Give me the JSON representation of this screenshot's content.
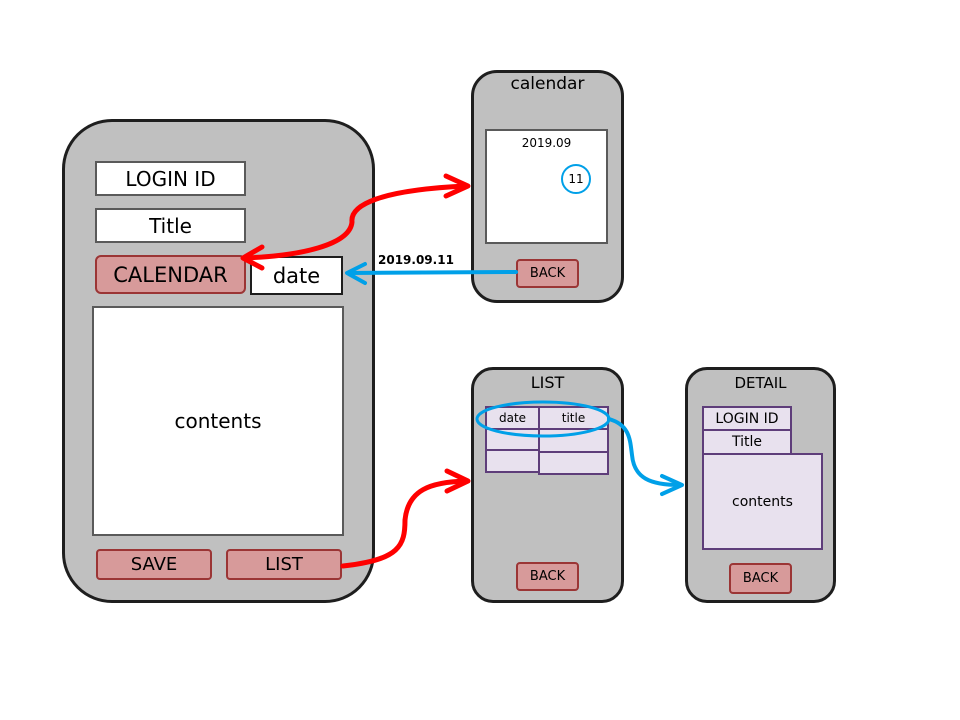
{
  "main": {
    "login_id": "LOGIN ID",
    "title": "Title",
    "calendar_button": "CALENDAR",
    "date": "date",
    "contents": "contents",
    "save_button": "SAVE",
    "list_button": "LIST"
  },
  "calendar_screen": {
    "title": "calendar",
    "month": "2019.09",
    "day": "11",
    "back_button": "BACK"
  },
  "date_transfer_label": "2019.09.11",
  "list_screen": {
    "title": "LIST",
    "col_date": "date",
    "col_title": "title",
    "back_button": "BACK"
  },
  "detail_screen": {
    "title": "DETAIL",
    "login_id": "LOGIN ID",
    "title_field": "Title",
    "contents": "contents",
    "back_button": "BACK"
  },
  "colors": {
    "phone_bg": "#c0c0c0",
    "button": "#d79a9a",
    "red_arrow": "#ff0000",
    "blue_arrow": "#00a0e8",
    "purple": "#5e3d7a"
  }
}
